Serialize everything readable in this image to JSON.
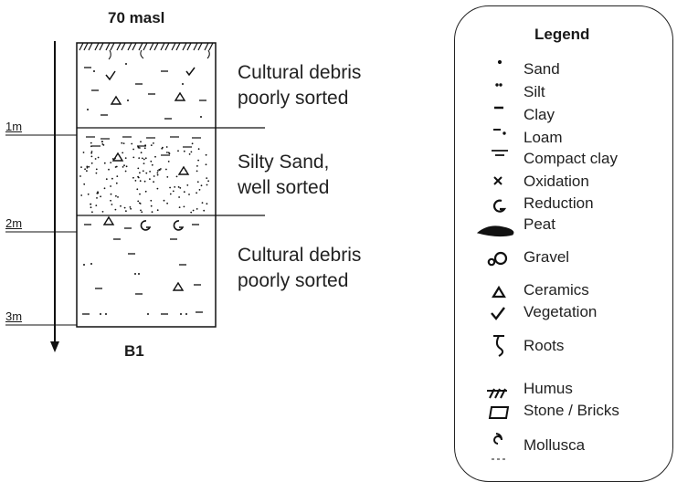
{
  "diagram": {
    "title": "70 masl",
    "borehole_label": "B1",
    "depth_markers": [
      "1m",
      "2m",
      "3m"
    ],
    "layers": [
      {
        "description": "Cultural debris\npoorly sorted"
      },
      {
        "description": "Silty Sand,\nwell sorted"
      },
      {
        "description": "Cultural debris\npoorly sorted"
      }
    ]
  },
  "legend": {
    "title": "Legend",
    "items": [
      {
        "label": "Sand",
        "icon": "sand-icon"
      },
      {
        "label": "Silt",
        "icon": "silt-icon"
      },
      {
        "label": "Clay",
        "icon": "clay-icon"
      },
      {
        "label": "Loam",
        "icon": "loam-icon"
      },
      {
        "label": "Compact clay",
        "icon": "compact-clay-icon"
      },
      {
        "label": "Oxidation",
        "icon": "oxidation-icon"
      },
      {
        "label": "Reduction",
        "icon": "reduction-icon"
      },
      {
        "label": "Peat",
        "icon": "peat-icon"
      },
      {
        "label": "Gravel",
        "icon": "gravel-icon"
      },
      {
        "label": "Ceramics",
        "icon": "ceramics-icon"
      },
      {
        "label": "Vegetation",
        "icon": "vegetation-icon"
      },
      {
        "label": "Roots",
        "icon": "roots-icon"
      },
      {
        "label": "Humus",
        "icon": "humus-icon"
      },
      {
        "label": "Stone / Bricks",
        "icon": "stone-bricks-icon"
      },
      {
        "label": "Mollusca",
        "icon": "mollusca-icon"
      }
    ]
  }
}
